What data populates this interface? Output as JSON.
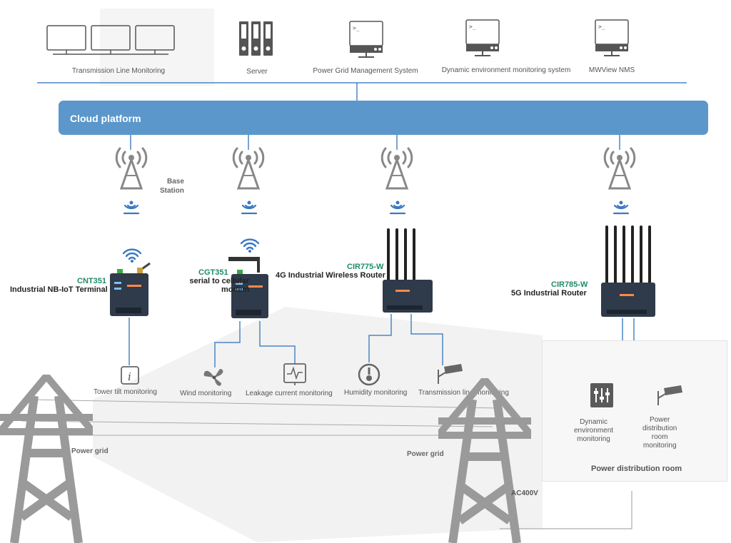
{
  "top_systems": [
    {
      "label": "Transmission Line Monitoring",
      "icon": "monitor-wall-icon"
    },
    {
      "label": "Server",
      "icon": "server-icon"
    },
    {
      "label": "Power Grid Management System",
      "icon": "terminal-computer-icon"
    },
    {
      "label": "Dynamic environment monitoring system",
      "icon": "terminal-computer-icon"
    },
    {
      "label": "MWView NMS",
      "icon": "terminal-computer-icon"
    }
  ],
  "cloud_platform": {
    "label": "Cloud platform"
  },
  "base_station": {
    "label_line1": "Base",
    "label_line2": "Station"
  },
  "devices": [
    {
      "model": "CNT351",
      "desc": "Industrial NB-IoT Terminal"
    },
    {
      "model": "CGT351",
      "desc_line1": "serial to cellular",
      "desc_line2": "modem"
    },
    {
      "model": "CIR775-W",
      "desc": "4G Industrial Wireless Router"
    },
    {
      "model": "CIR785-W",
      "desc": "5G Industrial Router"
    }
  ],
  "sensors": [
    {
      "label": "Tower tilt monitoring",
      "icon": "info-tilt-icon"
    },
    {
      "label": "Wind monitoring",
      "icon": "fan-icon"
    },
    {
      "label": "Leakage current monitoring",
      "icon": "waveform-meter-icon"
    },
    {
      "label": "Humidity monitoring",
      "icon": "gauge-icon"
    },
    {
      "label": "Transmission line monitoring",
      "icon": "camera-icon"
    }
  ],
  "pd_room": {
    "title": "Power distribution room",
    "dynamic_env": [
      "Dynamic",
      "environment",
      "monitoring"
    ],
    "pd_monitor": [
      "Power",
      "distribution",
      "room",
      "monitoring"
    ]
  },
  "power_grid_left": "Power grid",
  "power_grid_right": "Power grid",
  "ac_label": "AC400V",
  "colors": {
    "accent": "#5b97cb",
    "model_text": "#1f8a6a",
    "line": "#4a86c5",
    "tower": "#9a9a9a"
  }
}
